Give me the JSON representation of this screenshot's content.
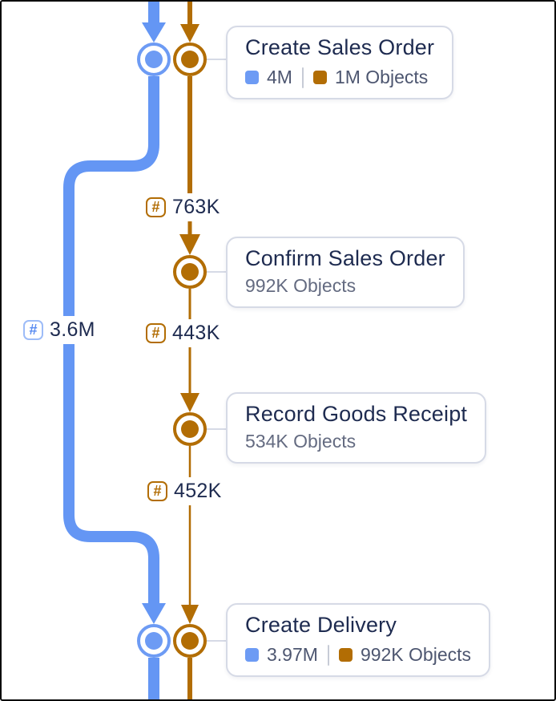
{
  "colors": {
    "blue": "#6496f4",
    "orange": "#b26d04",
    "text_navy": "#1e2b50",
    "text_slate": "#4d5670",
    "card_border": "#d6dae6"
  },
  "nodes": [
    {
      "title": "Create Sales Order",
      "blue_value": "4M",
      "orange_value": "1M Objects"
    },
    {
      "title": "Confirm Sales Order",
      "subtitle": "992K Objects"
    },
    {
      "title": "Record Goods Receipt",
      "subtitle": "534K Objects"
    },
    {
      "title": "Create Delivery",
      "blue_value": "3.97M",
      "orange_value": "992K Objects"
    }
  ],
  "edge_labels": [
    {
      "symbol": "#",
      "value": "763K"
    },
    {
      "symbol": "#",
      "value": "3.6M"
    },
    {
      "symbol": "#",
      "value": "443K"
    },
    {
      "symbol": "#",
      "value": "452K"
    }
  ]
}
